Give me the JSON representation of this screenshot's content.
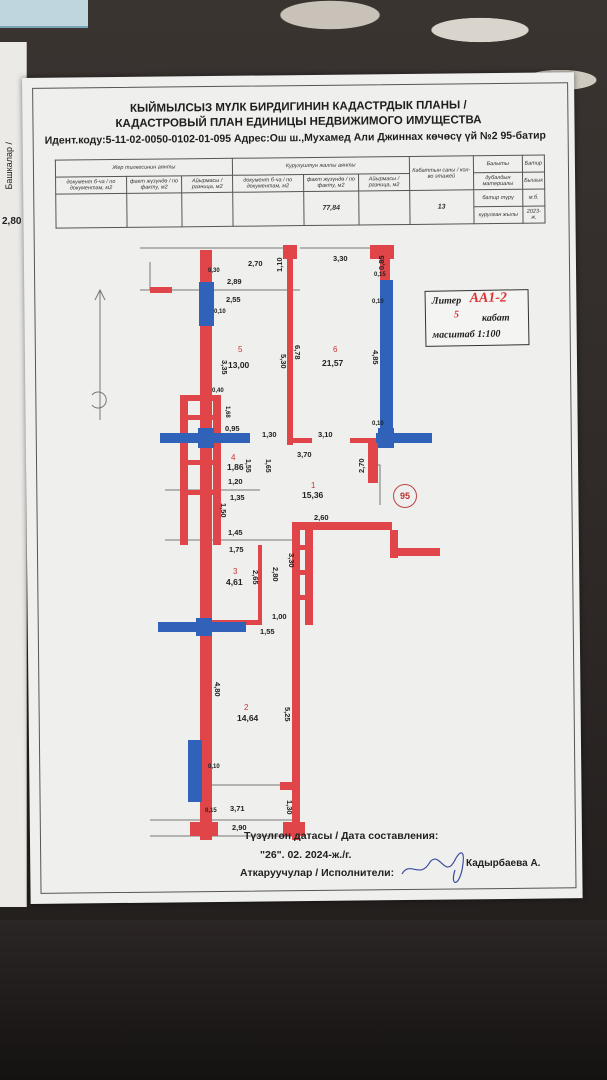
{
  "left_sheet": {
    "value": "2,80",
    "label": "Башкалар /"
  },
  "header": {
    "title_line1": "КЫЙМЫЛСЫЗ МҮЛК БИРДИГИНИН КАДАСТРДЫК ПЛАНЫ /",
    "title_line2": "КАДАСТРОВЫЙ ПЛАН ЕДИНИЦЫ НЕДВИЖИМОГО ИМУЩЕСТВА",
    "ident_line": "Идент.коду:5-11-02-0050-0102-01-095 Адрес:Ош ш.,Мухамед Али Джиннах көчөсү үй №2 95-батир"
  },
  "info_table": {
    "group1": "Жер тилкесинин аянты",
    "group2": "Курулуштун жалпы аянты",
    "col_doc": "документ б-ча / по документам, м2",
    "col_fact": "факт жүзүндө / по факту, м2",
    "col_diff": "Айырмасы / разница, м2",
    "col_floors": "Кабаттын саны / кол-во этажей",
    "col_walls": "Балыты",
    "col_walls_sub": "дубалдын материалы",
    "col_type": "батир түрү",
    "col_year": "курулган жылы",
    "col_right": "Батир",
    "val_walls": "Бышык",
    "val_type": "м.б.",
    "val_year": "2023-ж.",
    "total_area_fact": "77,84",
    "floors": "13"
  },
  "litera": {
    "label": "Литер",
    "code": "АА1-2",
    "floor": "5",
    "floor_label": "кабат",
    "scale": "масштаб 1:100"
  },
  "apartment_marker": "95",
  "rooms": [
    {
      "num": "5",
      "area": "13,00"
    },
    {
      "num": "6",
      "area": "21,57"
    },
    {
      "num": "4",
      "area": "1,86"
    },
    {
      "num": "1",
      "area": "15,36"
    },
    {
      "num": "3",
      "area": "4,61"
    },
    {
      "num": "2",
      "area": "14,64"
    }
  ],
  "dimensions": [
    "2,70",
    "1,10",
    "3,30",
    "0,85",
    "0,30",
    "2,89",
    "0,15",
    "2,55",
    "0,10",
    "0,10",
    "3,35",
    "5,30",
    "6,78",
    "4,85",
    "0,40",
    "1,68",
    "0,95",
    "1,30",
    "3,10",
    "0,10",
    "3,70",
    "1,55",
    "1,65",
    "1,20",
    "2,70",
    "1,35",
    "1,50",
    "2,60",
    "1,45",
    "1,75",
    "2,65",
    "2,80",
    "3,30",
    "1,00",
    "1,55",
    "4,80",
    "5,25",
    "3,71",
    "1,30",
    "2,90",
    "0,10",
    "0,15"
  ],
  "footer": {
    "date_label": "Түзүлгөн датасы / Дата составления:",
    "date_value": "\"26\".  02.  2024-ж./г.",
    "executors_label": "Аткаруучулар / Исполнители:",
    "executor_name": "Кадырбаева А."
  },
  "colors": {
    "wall": "#e0454a",
    "load_bearing": "#2f62b8",
    "paper": "#efefed"
  }
}
